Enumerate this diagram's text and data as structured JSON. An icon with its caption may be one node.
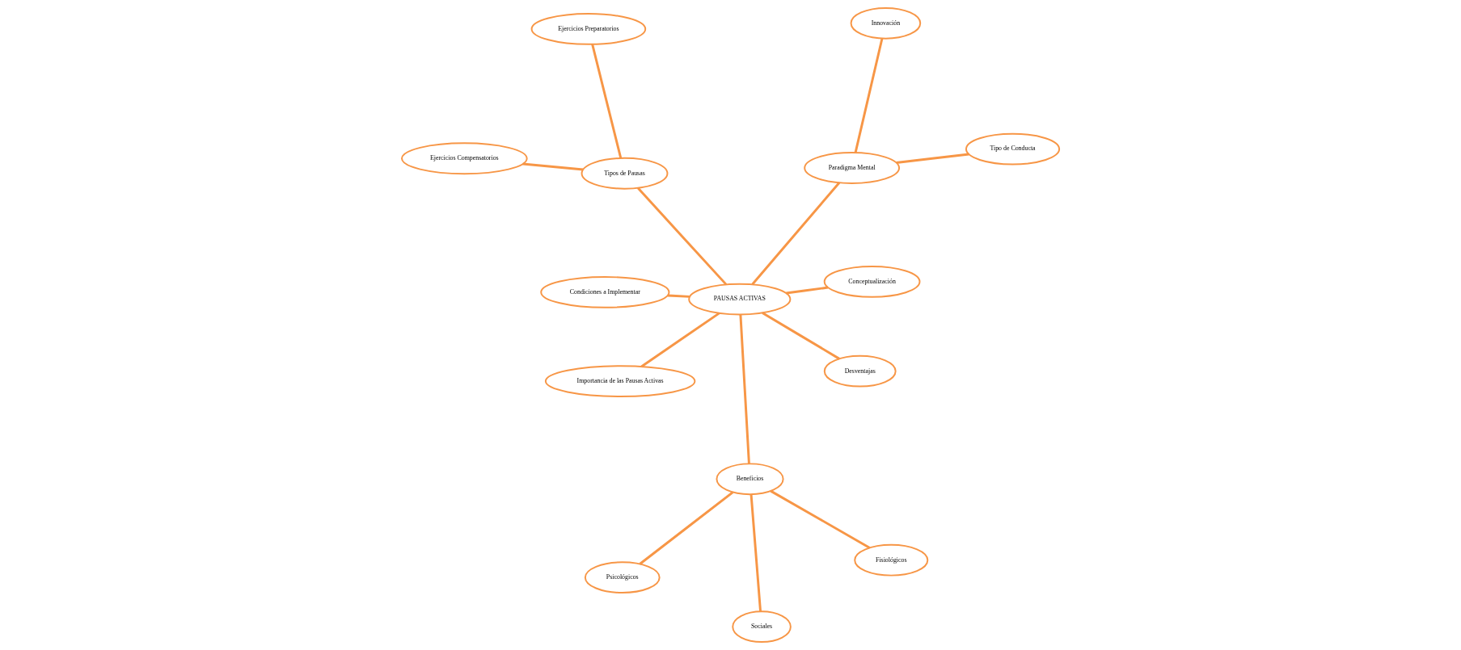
{
  "diagram": {
    "nodes": [
      {
        "text": [
          "PAUSAS ACTIVAS"
        ]
      },
      {
        "text": [
          "Conceptualización"
        ]
      },
      {
        "text": [
          "Importancia de las Pausas Activas"
        ]
      },
      {
        "text": [
          "Tipos de Pausas"
        ]
      },
      {
        "text": [
          "Ejercicios Preparatorios"
        ]
      },
      {
        "text": [
          "Ejercicios Compensatorios"
        ]
      },
      {
        "text": [
          "Beneficios"
        ]
      },
      {
        "text": [
          "Fisiológicos"
        ]
      },
      {
        "text": [
          "Psicológicos"
        ]
      },
      {
        "text": [
          "Sociales"
        ]
      },
      {
        "text": [
          "Desventajas"
        ]
      },
      {
        "text": [
          "Condiciones a Implementar"
        ]
      },
      {
        "text": [
          "Paradigma Mental"
        ]
      },
      {
        "text": [
          "Tipo de Conducta"
        ]
      },
      {
        "text": [
          "Innovación"
        ]
      }
    ],
    "edges": [
      {
        "from": 0,
        "to": 1,
        "arrow": "none"
      },
      {
        "from": 0,
        "to": 2,
        "arrow": "none"
      },
      {
        "from": 0,
        "to": 3,
        "arrow": "none"
      },
      {
        "from": 3,
        "to": 4,
        "arrow": "none"
      },
      {
        "from": 3,
        "to": 5,
        "arrow": "none"
      },
      {
        "from": 0,
        "to": 6,
        "arrow": "none"
      },
      {
        "from": 6,
        "to": 7,
        "arrow": "none"
      },
      {
        "from": 6,
        "to": 8,
        "arrow": "none"
      },
      {
        "from": 6,
        "to": 9,
        "arrow": "none"
      },
      {
        "from": 0,
        "to": 10,
        "arrow": "none"
      },
      {
        "from": 0,
        "to": 11,
        "arrow": "none"
      },
      {
        "from": 0,
        "to": 12,
        "arrow": "none"
      },
      {
        "from": 12,
        "to": 13,
        "arrow": "none"
      },
      {
        "from": 12,
        "to": 14,
        "arrow": "none"
      }
    ]
  }
}
